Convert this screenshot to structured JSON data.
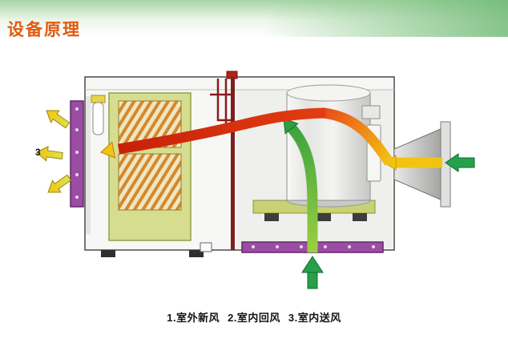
{
  "page": {
    "title": "设备原理",
    "marker_3": "3"
  },
  "caption": {
    "parts": [
      "1.室外新风",
      "2.室内回风",
      "3.室内送风"
    ]
  },
  "colors": {
    "title_orange": "#e45a0e",
    "duct_purple": "#9b4ca3",
    "flow_red": "#d42f12",
    "flow_yellow": "#f2c412",
    "flow_green": "#27a04a",
    "coil_panel_green": "#d6dd8e",
    "top_gradient_green": "#98ce98"
  }
}
